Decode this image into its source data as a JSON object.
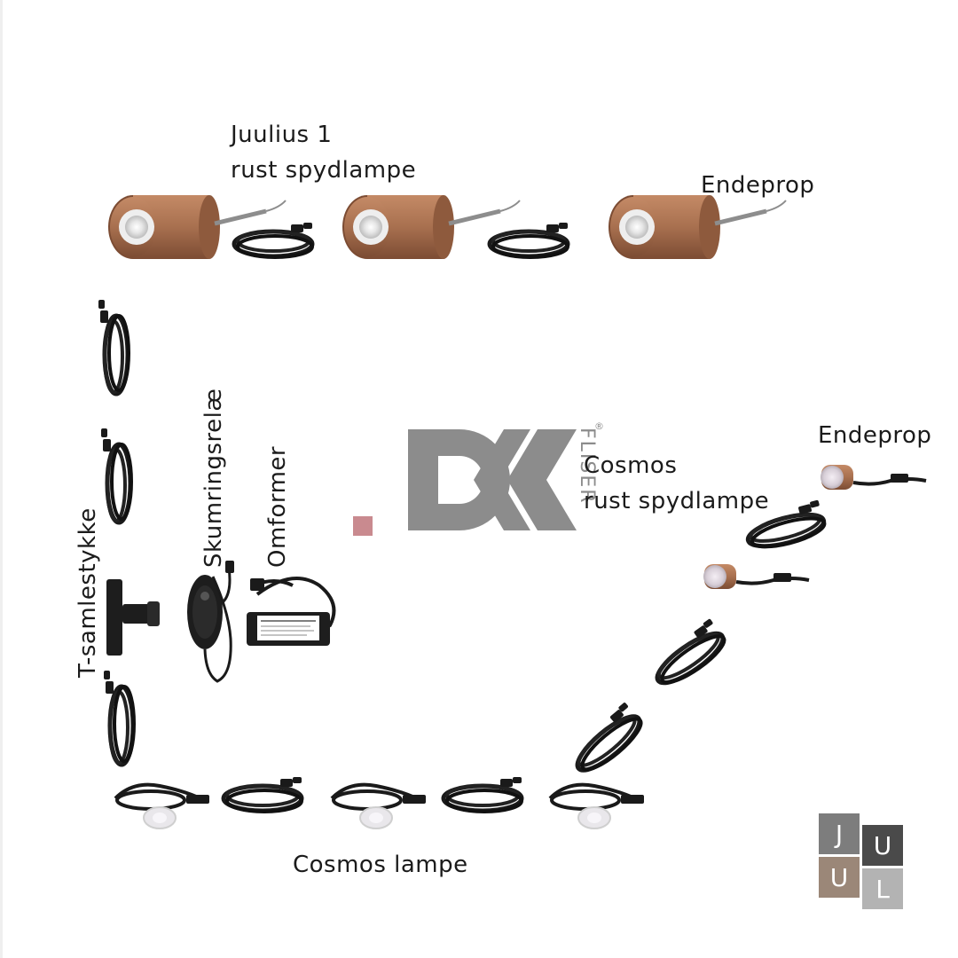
{
  "labels": {
    "juulius_line1": "Juulius 1",
    "juulius_line2": "rust spydlampe",
    "endeprop_top": "Endeprop",
    "endeprop_right": "Endeprop",
    "cosmos_rust_line1": "Cosmos",
    "cosmos_rust_line2": "rust spydlampe",
    "cosmos_lampe": "Cosmos lampe",
    "skumringsrelae": "Skumringsrelæ",
    "omformer": "Omformer",
    "t_samlestykke": "T-samlestykke"
  },
  "watermark": {
    "brand": "DK",
    "sub": "FLISER",
    "registered": "®",
    "color": "#8c8c8c",
    "dot_color": "#c98a8f"
  },
  "logo": {
    "letters": [
      "J",
      "U",
      "U",
      "L"
    ],
    "colors": [
      "#7d7d7d",
      "#4a4a4a",
      "#9b8778",
      "#b3b3b3"
    ]
  },
  "colors": {
    "rust": "#a8704f",
    "cable": "#1a1a1a"
  }
}
